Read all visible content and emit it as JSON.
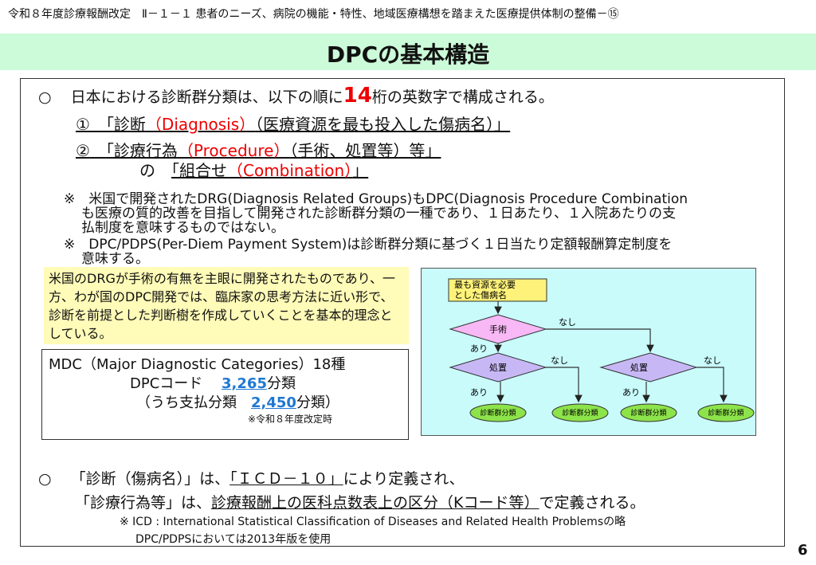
{
  "header": {
    "text": "令和８年度診療報酬改定　Ⅱ－１－１ 患者のニーズ、病院の機能・特性、地域医療構想を踏まえた医療提供体制の整備－⑮"
  },
  "title": "DPCの基本構造",
  "intro": {
    "bullet": "○",
    "pre": "日本における診断群分類は、以下の順に",
    "num": "14",
    "post": "桁の英数字で構成される。"
  },
  "items": [
    {
      "mark": "①",
      "open": "「診断",
      "red": "（Diagnosis）",
      "rest": "（医療資源を最も投入した傷病名）」"
    },
    {
      "mark": "②",
      "open": "「診療行為",
      "red": "（Procedure）",
      "rest": "（手術、処置等）等」"
    },
    {
      "mark": "の",
      "open": "「組合せ",
      "red": "（Combination）",
      "rest": "」"
    }
  ],
  "notes": [
    "※　米国で開発されたDRG(Diagnosis Related Groups)もDPC(Diagnosis Procedure Combination",
    "も医療の質的改善を目指して開発された診断群分類の一種であり、１日あたり、１入院あたりの支",
    "払制度を意味するものではない。",
    "※　DPC/PDPS(Per-Diem Payment System)は診断群分類に基づく１日当たり定額報酬算定制度を",
    "意味する。"
  ],
  "yellow_text": "米国のDRGが手術の有無を主眼に開発されたものであり、一方、わが国のDPC開発では、臨床家の思考方法に近い形で、診断を前提とした判断樹を作成していくことを基本的理念としている。",
  "mdc": {
    "line1": "MDC（Major Diagnostic Categories）18種",
    "code_label": "DPCコード",
    "code_num": "3,265",
    "code_unit": "分類",
    "pay_label": "（うち支払分類",
    "pay_num": "2,450",
    "pay_unit": "分類）",
    "note": "※令和８年度改定時"
  },
  "flow": {
    "start1": "最も資源を必要",
    "start2": "とした傷病名",
    "surgery": "手術",
    "procedure": "処置",
    "yes": "あり",
    "no": "なし",
    "leaf": "診断群分類"
  },
  "bottom": {
    "b1_bullet": "○",
    "b1_pre": "「診断（傷病名）」は、",
    "b1_ul": "「ＩＣＤ－１０」",
    "b1_post": "により定義され、",
    "b2_pre": "「診療行為等」は、",
    "b2_ul": "診療報酬上の医科点数表上の区分（Kコード等）",
    "b2_post": "で定義される。",
    "n1": "※ ICD : International Statistical Classification of Diseases and Related Health Problemsの略",
    "n2": "DPC/PDPSにおいては2013年版を使用"
  },
  "page": "6"
}
